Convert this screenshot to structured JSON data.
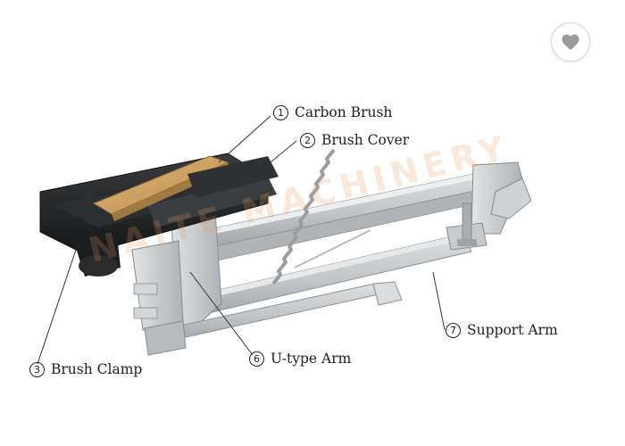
{
  "labels": {
    "carbon_brush": {
      "num": "1",
      "text": "Carbon Brush"
    },
    "brush_cover": {
      "num": "2",
      "text": "Brush Cover"
    },
    "brush_clamp": {
      "num": "3",
      "text": "Brush Clamp"
    },
    "u_type_arm": {
      "num": "6",
      "text": "U-type Arm"
    },
    "support_arm": {
      "num": "7",
      "text": "Support Arm"
    }
  },
  "watermark": "NAITE MACHINERY",
  "favorite_icon": "heart-icon",
  "colors": {
    "brush_body": "#26282a",
    "carbon": "#c79a5c",
    "metal": "#bfc2c4",
    "spring": "#b9bbbd"
  }
}
